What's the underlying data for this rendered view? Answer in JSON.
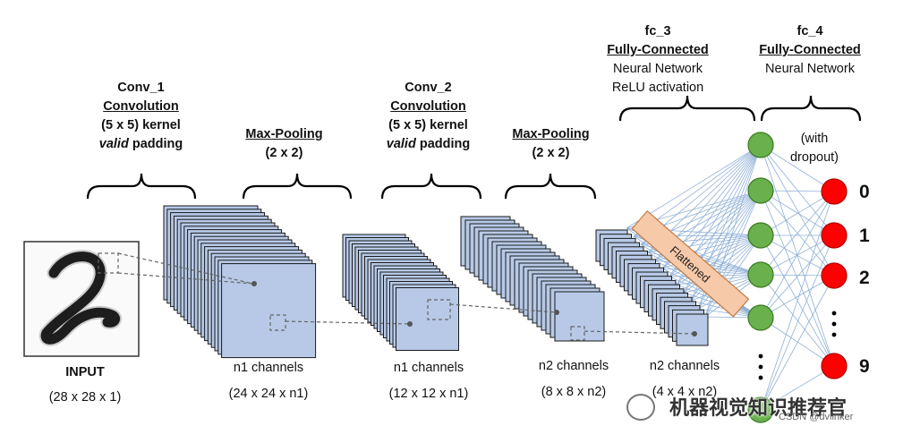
{
  "labels": {
    "conv1": {
      "name": "Conv_1",
      "type": "Convolution",
      "kernel": "(5 x 5) kernel",
      "padding_word": "valid",
      "padding_rest": " padding"
    },
    "pool1": {
      "name": "Max-Pooling",
      "size": "(2 x 2)"
    },
    "conv2": {
      "name": "Conv_2",
      "type": "Convolution",
      "kernel": "(5 x 5) kernel",
      "padding_word": "valid",
      "padding_rest": " padding"
    },
    "pool2": {
      "name": "Max-Pooling",
      "size": "(2 x 2)"
    },
    "fc3": {
      "name": "fc_3",
      "type": "Fully-Connected",
      "line1": "Neural Network",
      "line2": "ReLU activation"
    },
    "fc4": {
      "name": "fc_4",
      "type": "Fully-Connected",
      "line1": "Neural Network"
    },
    "dropout": [
      "(with",
      "dropout)"
    ],
    "flattened": "Flattened"
  },
  "stages": [
    {
      "id": "input",
      "title": "INPUT",
      "dims": "(28 x 28 x 1)"
    },
    {
      "id": "conv1",
      "title": "n1 channels",
      "dims": "(24 x 24 x n1)"
    },
    {
      "id": "pool1",
      "title": "n1 channels",
      "dims": "(12 x 12 x n1)"
    },
    {
      "id": "conv2",
      "title": "n2 channels",
      "dims": "(8 x 8 x n2)"
    },
    {
      "id": "pool2",
      "title": "n2 channels",
      "dims": "(4 x 4 x n2)"
    }
  ],
  "outputs": [
    "0",
    "1",
    "2",
    "9"
  ],
  "output_dots": "⋮",
  "watermark": {
    "text": "机器视觉知识推荐官",
    "credit": "CSDN @dvlinker"
  },
  "colors": {
    "fmap": "#b7c9e6",
    "neuron": "#6ab04c",
    "output": "#ff0000",
    "flatten": "#f6c9a9",
    "wire": "#8fb0d6"
  }
}
